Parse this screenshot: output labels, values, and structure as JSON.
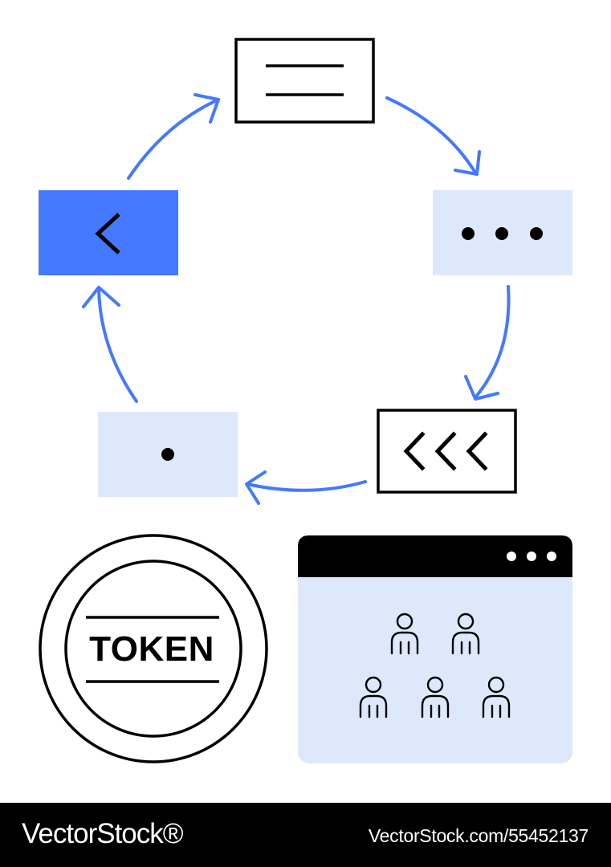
{
  "colors": {
    "accent": "#4479FF",
    "light": "#DDE8FA",
    "ink": "#000000",
    "paper": "#FFFFFF"
  },
  "cycle": {
    "nodes": [
      {
        "id": "lines-card",
        "icon": "text-lines-icon",
        "style": "outlined"
      },
      {
        "id": "dots-card",
        "icon": "three-dots-icon",
        "style": "light-fill"
      },
      {
        "id": "triple-chevron-card",
        "icon": "triple-chevron-left-icon",
        "style": "outlined"
      },
      {
        "id": "single-dot-card",
        "icon": "dot-icon",
        "style": "light-fill"
      },
      {
        "id": "chevron-card",
        "icon": "chevron-left-icon",
        "style": "accent-fill"
      }
    ],
    "direction": "clockwise"
  },
  "token": {
    "label": "TOKEN",
    "icon": "token-coin-icon"
  },
  "browser": {
    "icon": "browser-window-icon",
    "window_dots": 3,
    "people_icon": "user-icon",
    "people_rows": [
      2,
      3
    ]
  },
  "footer": {
    "brand": "VectorStock®",
    "image_id": "VectorStock.com/55452137"
  }
}
